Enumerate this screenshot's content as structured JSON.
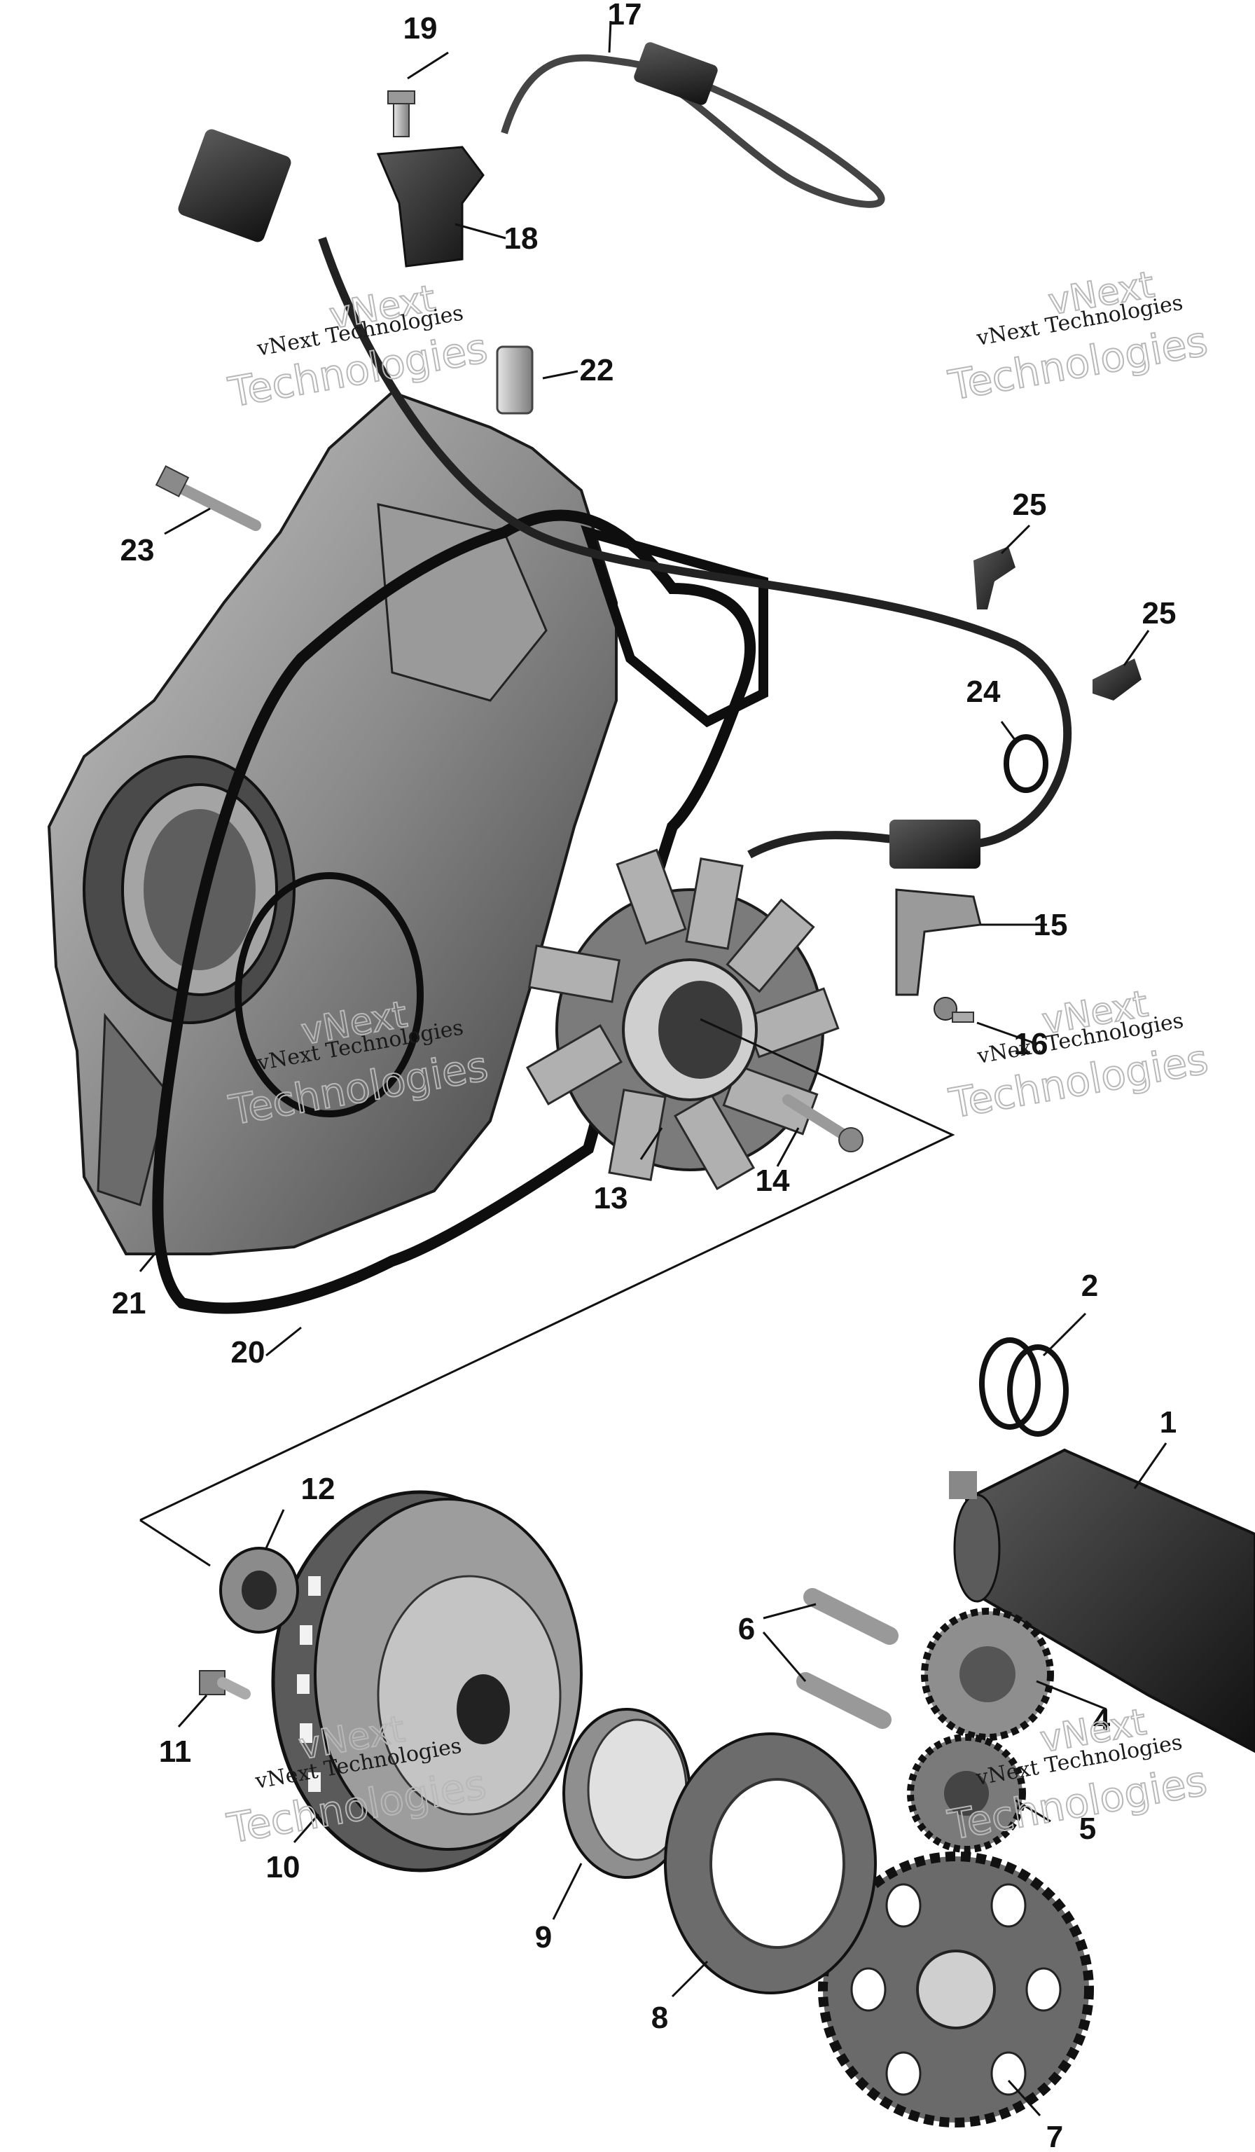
{
  "diagram": {
    "callouts": [
      "1",
      "2",
      "4",
      "5",
      "6",
      "7",
      "8",
      "9",
      "10",
      "11",
      "12",
      "13",
      "14",
      "15",
      "16",
      "17",
      "18",
      "19",
      "20",
      "21",
      "22",
      "23",
      "24",
      "25",
      "25"
    ],
    "watermark": {
      "line_small": "vNext Technologies",
      "line_top": "vNext",
      "line_big": "Technologies"
    },
    "colors": {
      "part_fill": "#7a7a7a",
      "part_dark": "#2b2b2b",
      "part_light": "#b5b5b5",
      "line": "#111111"
    }
  }
}
